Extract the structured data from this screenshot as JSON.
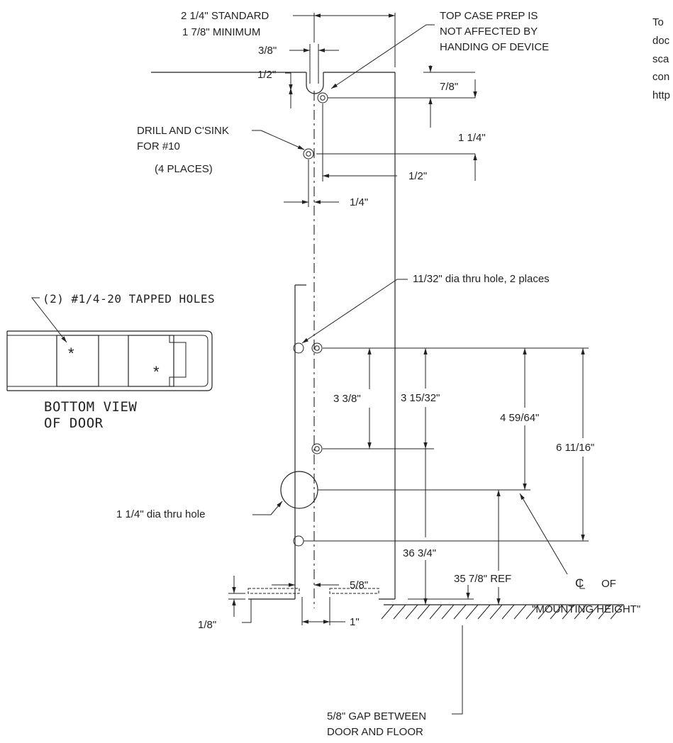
{
  "note": {
    "lines": [
      "To",
      "doc",
      "sca",
      "con",
      "http"
    ]
  },
  "labels": {
    "standard": "2 1/4\" STANDARD",
    "minimum": "1 7/8\" MINIMUM",
    "top_case_1": "TOP CASE PREP IS",
    "top_case_2": "NOT AFFECTED BY",
    "top_case_3": "HANDING OF DEVICE",
    "d_3_8": "3/8\"",
    "d_1_2a": "1/2\"",
    "d_7_8": "7/8\"",
    "drill_1": "DRILL AND C'SINK",
    "drill_2": "FOR #10",
    "drill_3": "(4 PLACES)",
    "d_1_1_4": "1 1/4\"",
    "d_1_2b": "1/2\"",
    "d_1_4": "1/4\"",
    "thru_11_32": "11/32\" dia thru hole, 2 places",
    "tapped": "(2) #1/4-20 TAPPED HOLES",
    "bottom_1": "BOTTOM VIEW",
    "bottom_2": "OF DOOR",
    "d_3_3_8": "3 3/8\"",
    "d_3_15_32": "3 15/32\"",
    "d_4_59_64": "4 59/64\"",
    "d_6_11_16": "6 11/16\"",
    "thru_1_1_4": "1 1/4\" dia thru hole",
    "d_36_3_4": "36 3/4\"",
    "d_35_7_8": "35 7/8\" REF",
    "cl_of": "OF",
    "mount": "\"MOUNTING HEIGHT\"",
    "d_5_8": "5/8\"",
    "d_1_8": "1/8\"",
    "d_1": "1\"",
    "gap_1": "5/8\" GAP BETWEEN",
    "gap_2": "DOOR AND FLOOR"
  }
}
